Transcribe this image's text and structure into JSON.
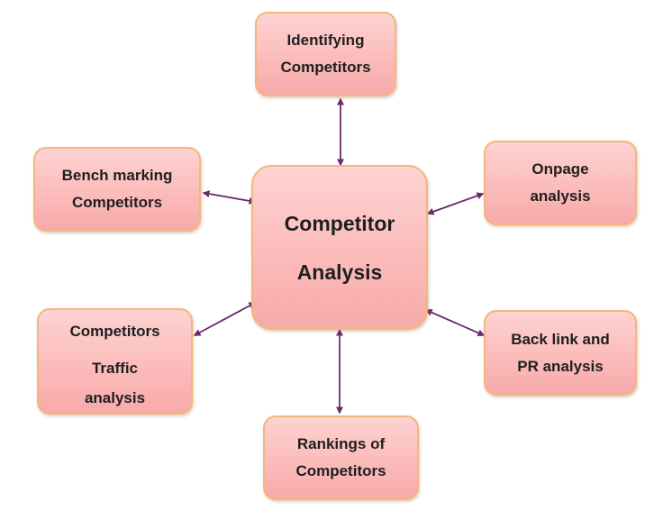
{
  "diagram": {
    "accent_fill": "#fbbcbb",
    "border_color": "#f2b77c",
    "arrow_color": "#6b2a6b",
    "center": {
      "lines": [
        "Competitor",
        "Analysis"
      ]
    },
    "nodes": {
      "identifying": {
        "lines": [
          "Identifying",
          "Competitors"
        ]
      },
      "benchmarking": {
        "lines": [
          "Bench marking",
          "Competitors"
        ]
      },
      "onpage": {
        "lines": [
          "Onpage",
          "analysis"
        ]
      },
      "traffic": {
        "lines": [
          "Competitors",
          "Traffic",
          "analysis"
        ]
      },
      "backlink": {
        "lines": [
          "Back link and",
          "PR analysis"
        ]
      },
      "rankings": {
        "lines": [
          "Rankings of",
          "Competitors"
        ]
      }
    },
    "connections": [
      {
        "from": "center",
        "to": "identifying",
        "type": "bidirectional"
      },
      {
        "from": "center",
        "to": "benchmarking",
        "type": "bidirectional"
      },
      {
        "from": "center",
        "to": "onpage",
        "type": "bidirectional"
      },
      {
        "from": "center",
        "to": "traffic",
        "type": "bidirectional"
      },
      {
        "from": "center",
        "to": "backlink",
        "type": "bidirectional"
      },
      {
        "from": "center",
        "to": "rankings",
        "type": "bidirectional"
      }
    ]
  }
}
